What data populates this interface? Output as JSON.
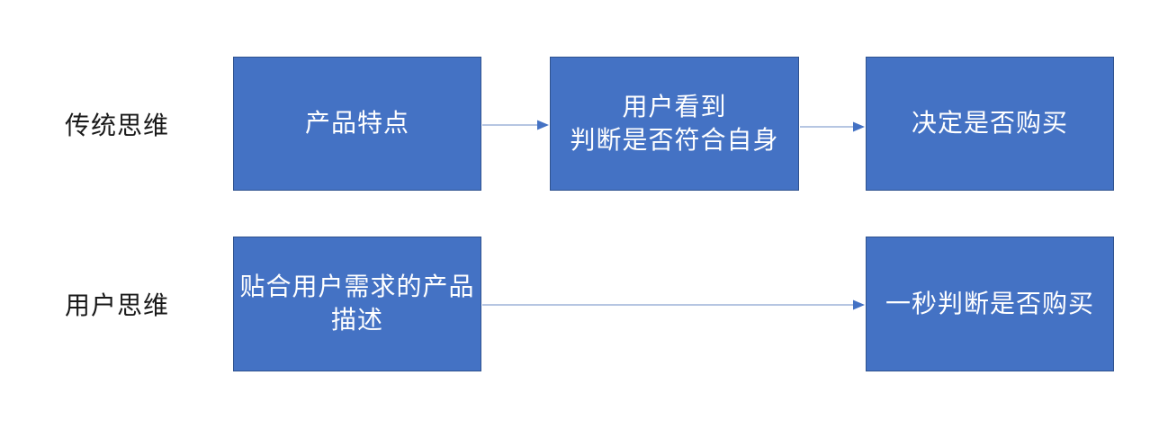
{
  "diagram": {
    "colors": {
      "box_fill": "#4472c4",
      "box_border": "#2f528f",
      "box_text": "#ffffff",
      "label_text": "#1a1a1a",
      "arrow_line": "#9db3d8",
      "arrow_head": "#4472c4"
    },
    "rows": [
      {
        "label": "传统思维",
        "boxes": [
          {
            "text": "产品特点"
          },
          {
            "text": "用户看到\n判断是否符合自身"
          },
          {
            "text": "决定是否购买"
          }
        ]
      },
      {
        "label": "用户思维",
        "boxes": [
          {
            "text": "贴合用户需求的产品\n描述"
          },
          {
            "text": "一秒判断是否购买"
          }
        ]
      }
    ]
  }
}
